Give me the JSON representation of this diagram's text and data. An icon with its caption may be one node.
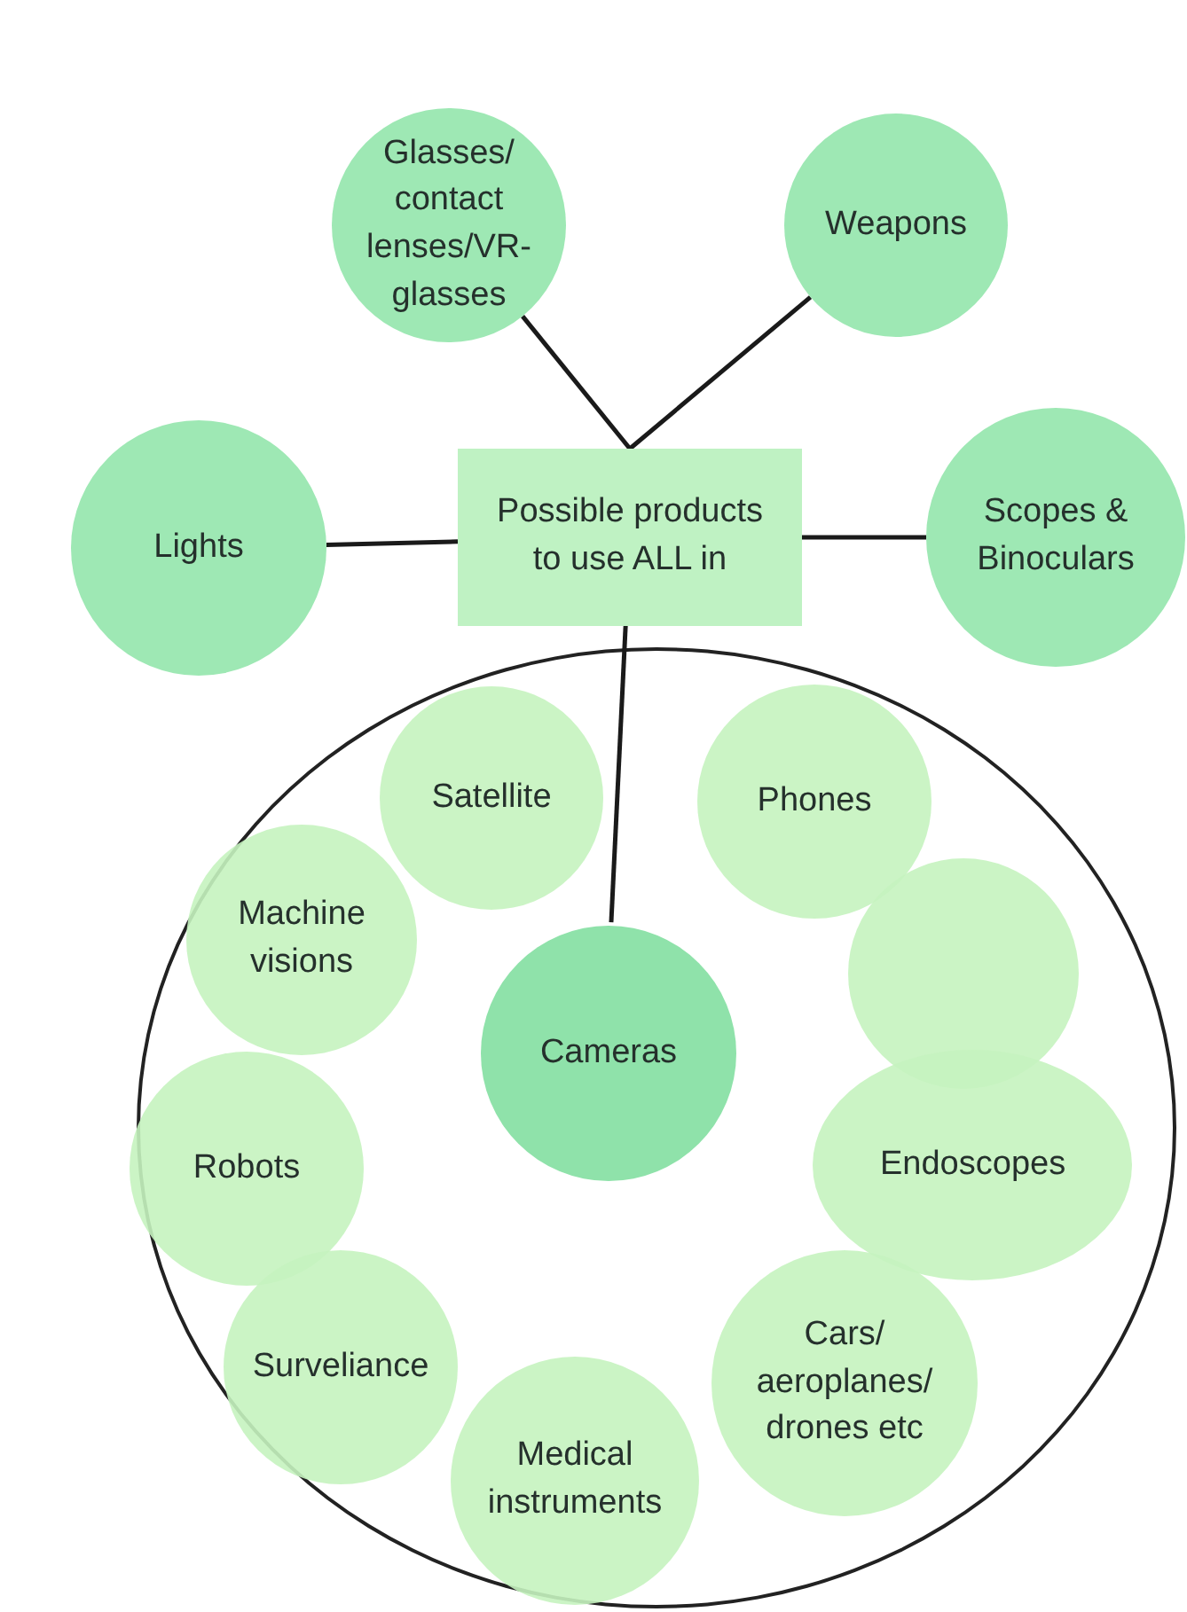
{
  "diagram": {
    "nodes": [
      {
        "text": [
          "Possible products to use ALL in"
        ]
      },
      {
        "text": [
          "Glasses/ contact lenses/VR-glasses"
        ]
      },
      {
        "text": [
          "Weapons"
        ]
      },
      {
        "text": [
          "Lights"
        ]
      },
      {
        "text": [
          "Scopes & Binoculars"
        ]
      },
      {
        "text": [],
        "shape": "circle"
      },
      {
        "text": [
          "Satellite"
        ],
        "in": 5
      },
      {
        "text": [
          "Phones"
        ],
        "in": 5
      },
      {
        "text": [
          "Machine visions"
        ],
        "in": 5
      },
      {
        "text": [
          "Cameras"
        ],
        "in": 5
      },
      {
        "text": [],
        "shape": "circle",
        "in": 5
      },
      {
        "text": [
          "Robots"
        ],
        "in": 5
      },
      {
        "text": [
          "Endoscopes"
        ],
        "in": 5
      },
      {
        "text": [
          "Surveliance"
        ],
        "in": 5
      },
      {
        "text": [
          "Cars/ aeroplanes/ drones etc"
        ],
        "in": 5
      },
      {
        "text": [
          "Medical instruments"
        ],
        "in": 5
      }
    ],
    "edges": [
      {
        "from": 1,
        "to": 0,
        "arrow": "none"
      },
      {
        "from": 2,
        "to": 0,
        "arrow": "none"
      },
      {
        "from": 3,
        "to": 0,
        "arrow": "none"
      },
      {
        "from": 0,
        "to": 4,
        "arrow": "none"
      },
      {
        "from": 0,
        "to": 9,
        "arrow": "none"
      }
    ]
  }
}
